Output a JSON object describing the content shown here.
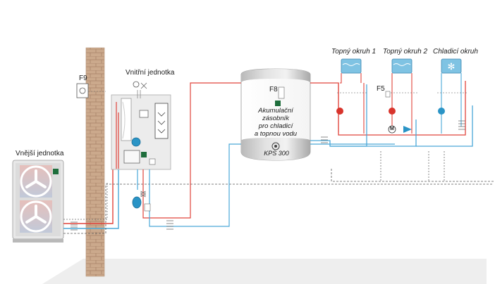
{
  "labels": {
    "outdoor_unit": "Vnější jednotka",
    "indoor_unit": "Vnitřní jednotka",
    "sensor_f9": "F9",
    "sensor_f8": "F8",
    "sensor_f5": "F5",
    "heating_circuit_1": "Topný okruh 1",
    "heating_circuit_2": "Topný okruh 2",
    "cooling_circuit": "Chladicí okruh",
    "motor_valve": "M"
  },
  "tank": {
    "lines": [
      "Akumulační",
      "zásobník",
      "pro chladicí",
      "a topnou vodu"
    ],
    "model": "KPS 300"
  },
  "colors": {
    "supply_pipe": "#e0433b",
    "return_pipe": "#4aa8d8",
    "brick": "#c9a98e",
    "floor": "#eeeeee",
    "unit_body": "#eaeaea",
    "pump_red": "#d8342c",
    "pump_blue": "#2a94c6"
  }
}
